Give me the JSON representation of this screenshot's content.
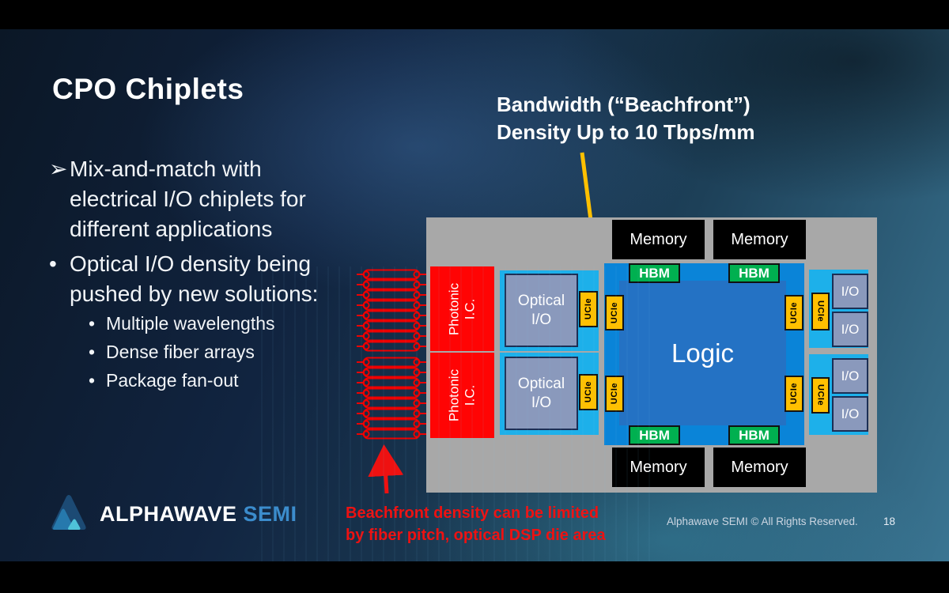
{
  "title": "CPO Chiplets",
  "markers": {
    "arrow": "➢",
    "dot": "•"
  },
  "bullets": {
    "b1": "Mix-and-match with electrical I/O chiplets for different applications",
    "b2": "Optical I/O density being pushed by new solutions:",
    "sub": [
      "Multiple wavelengths",
      "Dense fiber arrays",
      "Package fan-out"
    ]
  },
  "callouts": {
    "bandwidth_line1": "Bandwidth (“Beachfront”)",
    "bandwidth_line2": "Density Up to 10 Tbps/mm",
    "beachfront_line1": "Beachfront density can be limited",
    "beachfront_line2": "by fiber pitch, optical DSP die area"
  },
  "diagram": {
    "photonic_label": "Photonic I.C.",
    "optical_io_label": "Optical I/O",
    "ucie_label": "UCIe",
    "logic_label": "Logic",
    "hbm_label": "HBM",
    "memory_label": "Memory",
    "io_label": "I/O"
  },
  "footer": {
    "logo_text": "ALPHAWAVE",
    "logo_accent": "SEMI",
    "copyright": "Alphawave SEMI © All Rights Reserved.",
    "page_number": "18"
  },
  "colors": {
    "substrate_gray": "#a8a8a8",
    "photonic_red": "#ff0404",
    "strip_cyan": "#1db0ea",
    "band_blue": "#0a84d8",
    "logic_blue": "#2472c4",
    "ucie_yellow": "#ffc000",
    "hbm_green": "#00b050",
    "slate_block": "#8a99bc",
    "slate_border": "#1c2f55",
    "callout_red": "#ee1111",
    "semi_accent": "#3b8ccc"
  }
}
